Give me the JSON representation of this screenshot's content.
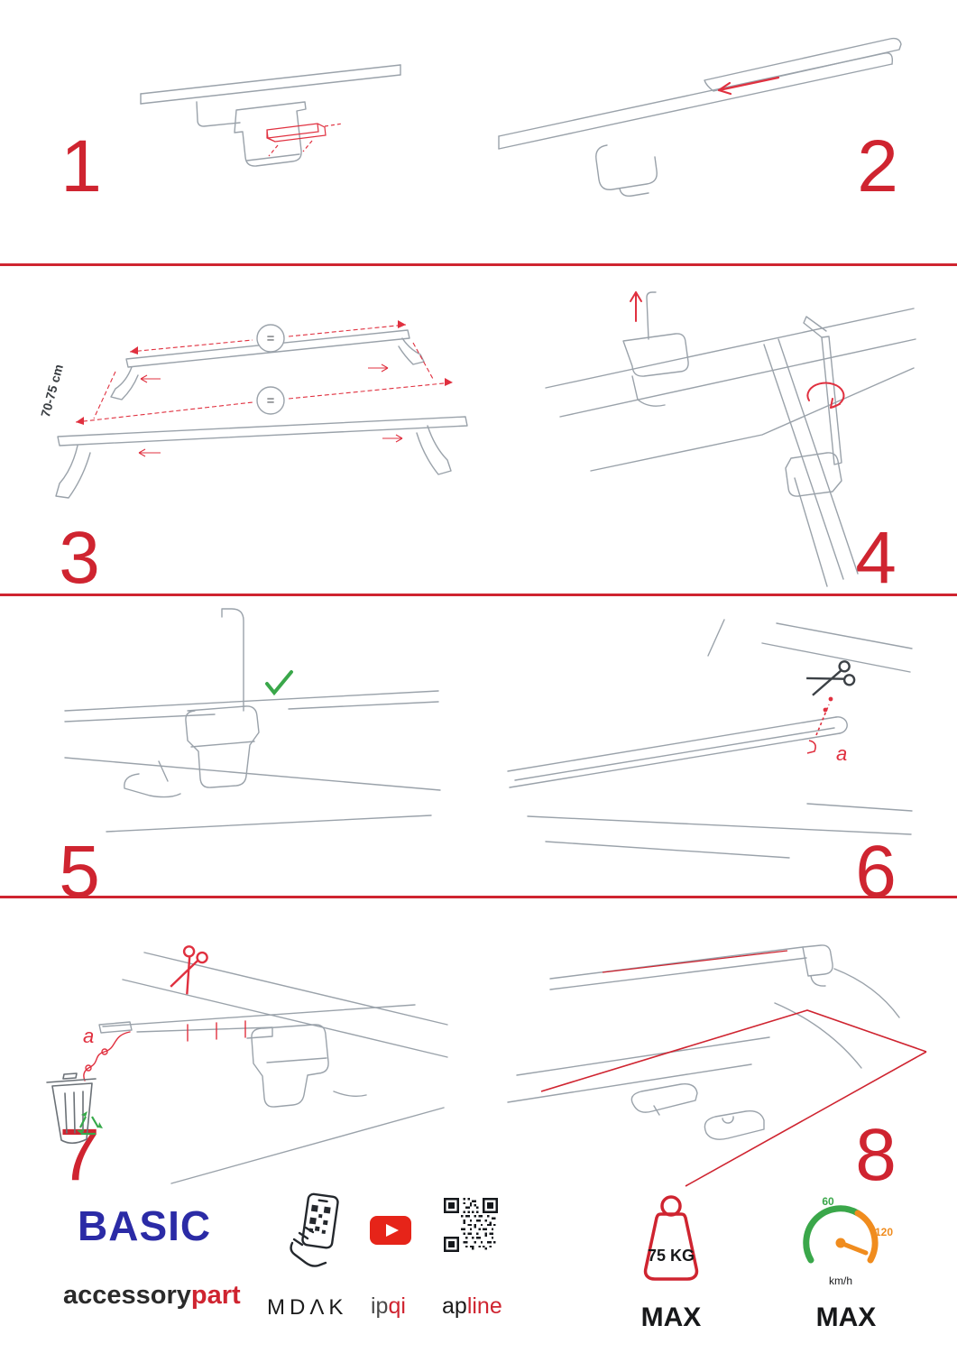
{
  "steps": [
    {
      "number": "1"
    },
    {
      "number": "2"
    },
    {
      "number": "3"
    },
    {
      "number": "4"
    },
    {
      "number": "5"
    },
    {
      "number": "6"
    },
    {
      "number": "7"
    },
    {
      "number": "8"
    }
  ],
  "annotations": {
    "equal_sign": "=",
    "bar_distance": "70-75 cm",
    "cut_label_a": "a"
  },
  "icons": {
    "scissors": "✂",
    "checkmark": "✓",
    "recycle": "♻",
    "play": "▶",
    "trash_bin": "trash-bin",
    "phone_qr_scan": "phone-scan",
    "qr_code": "qr-code",
    "weight": "weight",
    "speedometer": "speedometer"
  },
  "footer": {
    "brand": "BASIC",
    "brand_line2_black": "accessory",
    "brand_line2_red": "part",
    "partner_mdak": "MDΛK",
    "partner_ipqi_black": "ip",
    "partner_ipqi_red": "qi",
    "partner_apline_black": "ap",
    "partner_apline_red": "line",
    "max_load": "75 KG",
    "max_load_label": "MAX",
    "speed_green": "60",
    "speed_orange": "120",
    "speed_unit": "km/h",
    "speed_label": "MAX"
  },
  "colors": {
    "accent_red": "#cf2430",
    "brand_blue": "#2b2ba6",
    "success_green": "#3aa74a",
    "warning_orange": "#f08c1e",
    "youtube_red": "#e62419",
    "line_gray": "#9aa2aa"
  }
}
